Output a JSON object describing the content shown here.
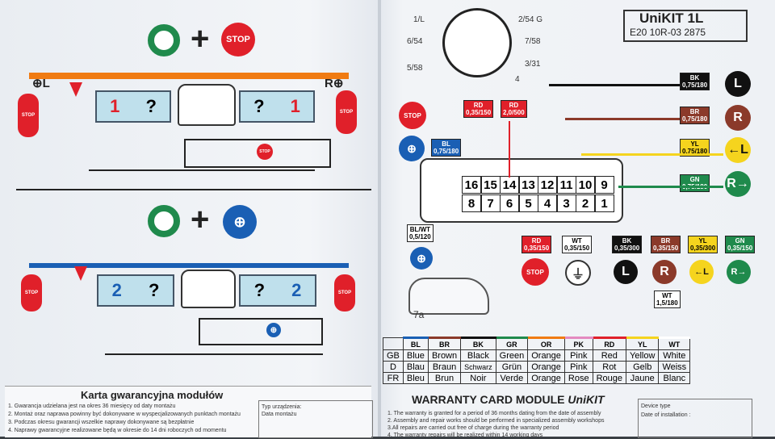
{
  "left": {
    "top_section": {
      "stop_label": "STOP",
      "arrow_q": "?",
      "arrow_left_num": "1",
      "arrow_right_num": "1",
      "left_marker": "⊕L",
      "right_marker": "R⊕",
      "stop_small": "STOP"
    },
    "bottom_section": {
      "arrow_q": "?",
      "arrow_left_num": "2",
      "arrow_right_num": "2",
      "stop_small": "STOP"
    },
    "warranty": {
      "title": "Karta gwarancyjna modułów",
      "lines": [
        "1. Gwarancja udzielana jest na okres 36 miesięcy od daty montażu",
        "2. Montaż oraz naprawa powinny być dokonywane w wyspecjalizowanych punktach montażu",
        "3. Podczas okresu gwarancji wszelkie naprawy dokonywane są bezpłatnie",
        "4. Naprawy gwarancyjne realizowane będą w okresie do 14 dni roboczych od momentu"
      ],
      "device_type": "Typ urządzenia:",
      "install_date": "Data montażu"
    }
  },
  "right": {
    "header": {
      "title": "UniKIT 1L",
      "code": "E20 10R-03 2875"
    },
    "socket_labels": {
      "l1": "1/L",
      "g254": "2/54 G",
      "s654": "6/54",
      "p758": "7/58",
      "r558": "5/58",
      "p331": "3/31",
      "r4": "4"
    },
    "stop_label": "STOP",
    "wires_top": [
      {
        "color": "RD",
        "spec": "0,35/150"
      },
      {
        "color": "RD",
        "spec": "2,0/500"
      },
      {
        "color": "BL",
        "spec": "0,75/180"
      }
    ],
    "outputs_right": [
      {
        "color": "BK",
        "spec": "0,75/180"
      },
      {
        "color": "BR",
        "spec": "0,75/180"
      },
      {
        "color": "YL",
        "spec": "0,75/180"
      },
      {
        "color": "GN",
        "spec": "0,75/180"
      }
    ],
    "pins_top": [
      "16",
      "15",
      "14",
      "13",
      "12",
      "11",
      "10",
      "9"
    ],
    "pins_bottom": [
      "8",
      "7",
      "6",
      "5",
      "4",
      "3",
      "2",
      "1"
    ],
    "bl_wt": {
      "color": "BL/WT",
      "spec": "0,5/120"
    },
    "bottom_wires": [
      {
        "color": "RD",
        "spec": "0,35/150"
      },
      {
        "color": "WT",
        "spec": "0,35/150"
      },
      {
        "color": "BK",
        "spec": "0,35/300"
      },
      {
        "color": "BR",
        "spec": "0,35/150"
      },
      {
        "color": "YL",
        "spec": "0,35/300"
      },
      {
        "color": "GN",
        "spec": "0,35/150"
      }
    ],
    "wt_ground": {
      "color": "WT",
      "spec": "1,5/180"
    },
    "label_7a": "7a",
    "color_table": {
      "headers": [
        "BL",
        "BR",
        "BK",
        "GR",
        "OR",
        "PK",
        "RD",
        "YL",
        "WT"
      ],
      "rows": [
        {
          "lang": "GB",
          "values": [
            "Blue",
            "Brown",
            "Black",
            "Green",
            "Orange",
            "Pink",
            "Red",
            "Yellow",
            "White"
          ]
        },
        {
          "lang": "D",
          "values": [
            "Blau",
            "Braun",
            "Schwarz",
            "Grün",
            "Orange",
            "Pink",
            "Rot",
            "Gelb",
            "Weiss"
          ]
        },
        {
          "lang": "FR",
          "values": [
            "Bleu",
            "Brun",
            "Noir",
            "Verde",
            "Orange",
            "Rose",
            "Rouge",
            "Jaune",
            "Blanc"
          ]
        }
      ]
    },
    "warranty": {
      "title": "WARRANTY CARD MODULE",
      "title_brand": "UniKIT",
      "lines": [
        "1. The warranty is granted for a period of 36 months dating from the date of assembly",
        "2. Assembly and repair works should be performed in specialized assembly workshops",
        "3.All repairs are carried out free of charge during the warranty period",
        "4. The warranty repairs will be realized within 14 working days"
      ],
      "device_type": "Device type",
      "install_date": "Date of installation :"
    }
  },
  "colors": {
    "red": "#e0202a",
    "green": "#1f8a4c",
    "blue": "#1a5fb4",
    "yellow": "#f5d41e",
    "orange": "#f07b12",
    "brown": "#8b3a2a"
  }
}
